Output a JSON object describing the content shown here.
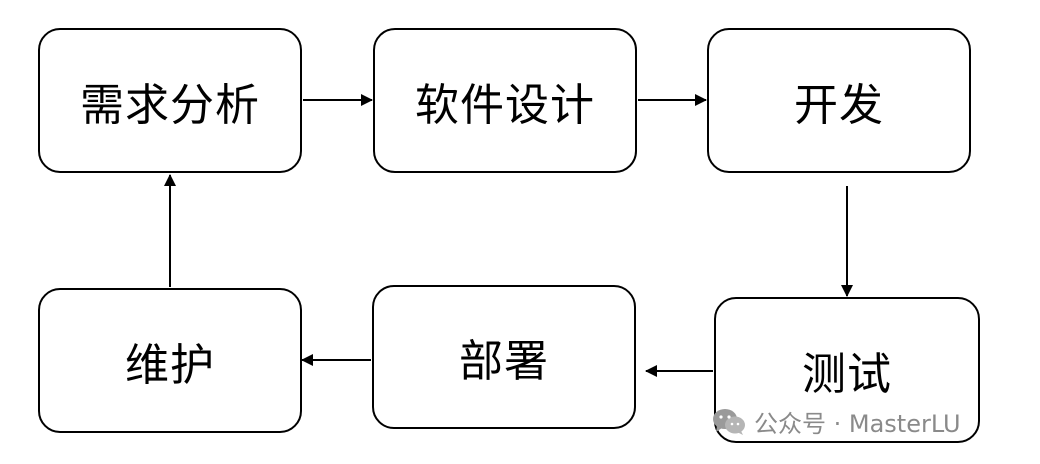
{
  "nodes": {
    "requirements": "需求分析",
    "design": "软件设计",
    "development": "开发",
    "testing": "测试",
    "deployment": "部署",
    "maintenance": "维护"
  },
  "watermark": {
    "text": "公众号 · MasterLU",
    "icon": "wechat-icon"
  },
  "colors": {
    "stroke": "#000000",
    "background": "#ffffff",
    "watermark": "#8a8a8a"
  }
}
